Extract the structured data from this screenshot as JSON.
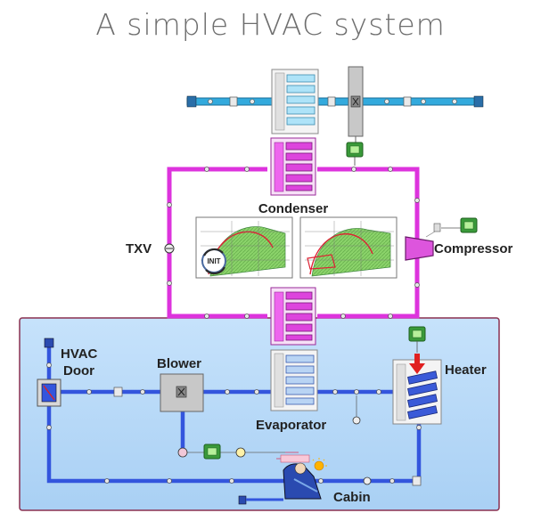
{
  "title": "A simple HVAC system",
  "labels": {
    "condenser": "Condenser",
    "txv": "TXV",
    "compressor": "Compressor",
    "hvac_door_line1": "HVAC",
    "hvac_door_line2": "Door",
    "blower": "Blower",
    "heater": "Heater",
    "evaporator": "Evaporator",
    "cabin": "Cabin",
    "init": "INIT"
  },
  "colors": {
    "refrigerant_loop": "#dd33dd",
    "air_loop": "#3355dd",
    "outside_air": "#33aadd",
    "cabin_panel": "#bcdcf8",
    "heater_arrow": "#e02020",
    "controller": "#3a9a3a"
  },
  "icons": [
    "controller-icon",
    "init-icon",
    "fan-icon",
    "sun-icon",
    "seat-icon",
    "heat-arrow-icon"
  ]
}
